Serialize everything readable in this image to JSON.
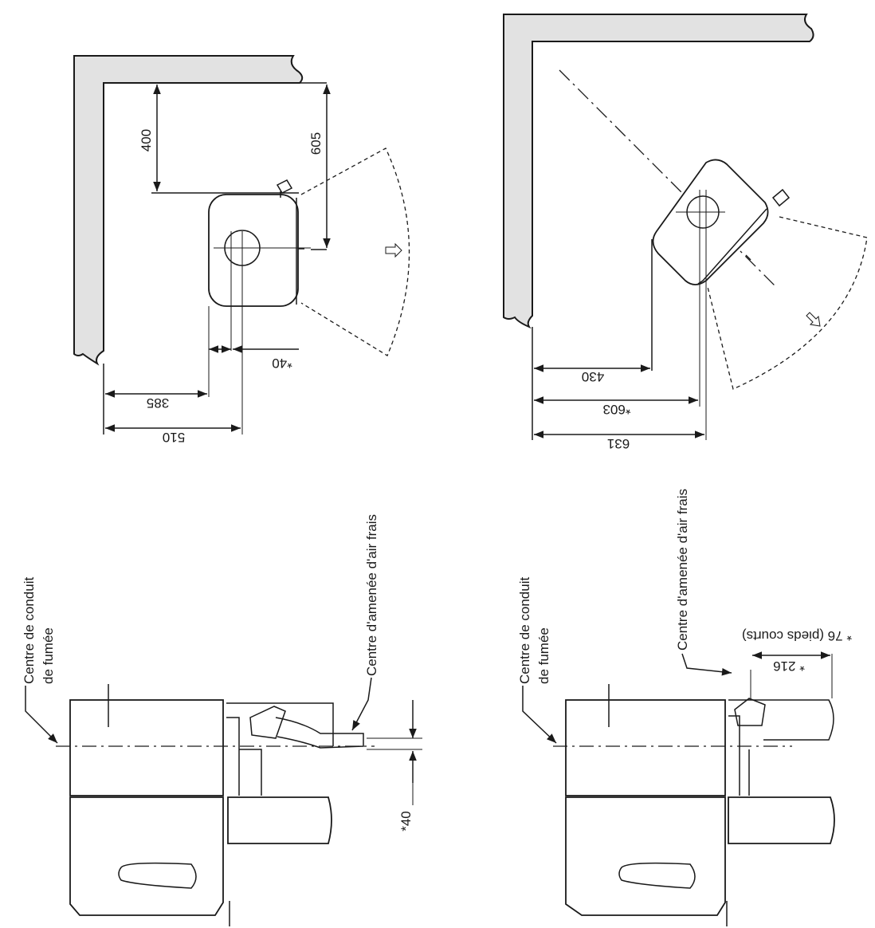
{
  "top_left": {
    "dim_400": "400",
    "dim_605": "605",
    "dim_40": "*40",
    "dim_385": "385",
    "dim_510": "510"
  },
  "top_right": {
    "dim_430": "430",
    "dim_603": "*603",
    "dim_631": "631"
  },
  "bottom_left": {
    "flue_label_1": "Centre de conduit",
    "flue_label_2": "de fumée",
    "air_label": "Centre d'amenée d'air frais",
    "dim_40": "*40"
  },
  "bottom_right": {
    "flue_label_1": "Centre de conduit",
    "flue_label_2": "de fumée",
    "air_label": "Centre d'amenée d'air frais",
    "dim_216": "* 216",
    "dim_76": "* 76 (pieds courts)"
  }
}
